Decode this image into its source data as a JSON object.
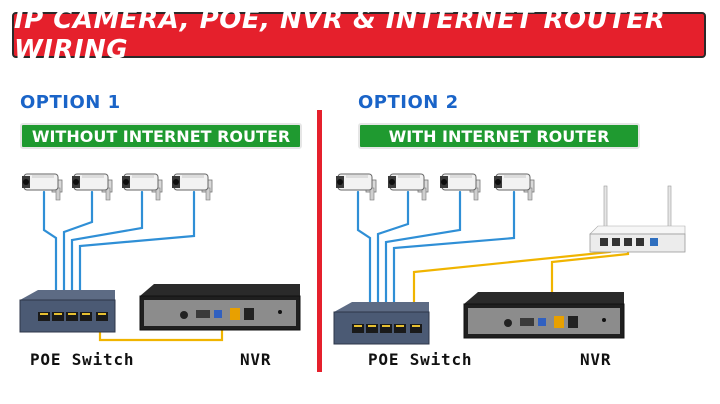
{
  "title": "IP CAMERA, POE, NVR & INTERNET ROUTER WIRING",
  "colors": {
    "banner": "#e5202c",
    "option": "#1a64c8",
    "tag": "#1f9a30",
    "cable_blue": "#2f8fd6",
    "cable_yellow": "#f0b400"
  },
  "option1": {
    "heading": "OPTION 1",
    "tag": "WITHOUT INTERNET ROUTER",
    "switch_label": "POE Switch",
    "nvr_label": "NVR"
  },
  "option2": {
    "heading": "OPTION 2",
    "tag": "WITH INTERNET ROUTER",
    "switch_label": "POE Switch",
    "nvr_label": "NVR"
  },
  "icons": [
    "ip-camera-icon",
    "poe-switch-icon",
    "nvr-icon",
    "router-icon"
  ]
}
